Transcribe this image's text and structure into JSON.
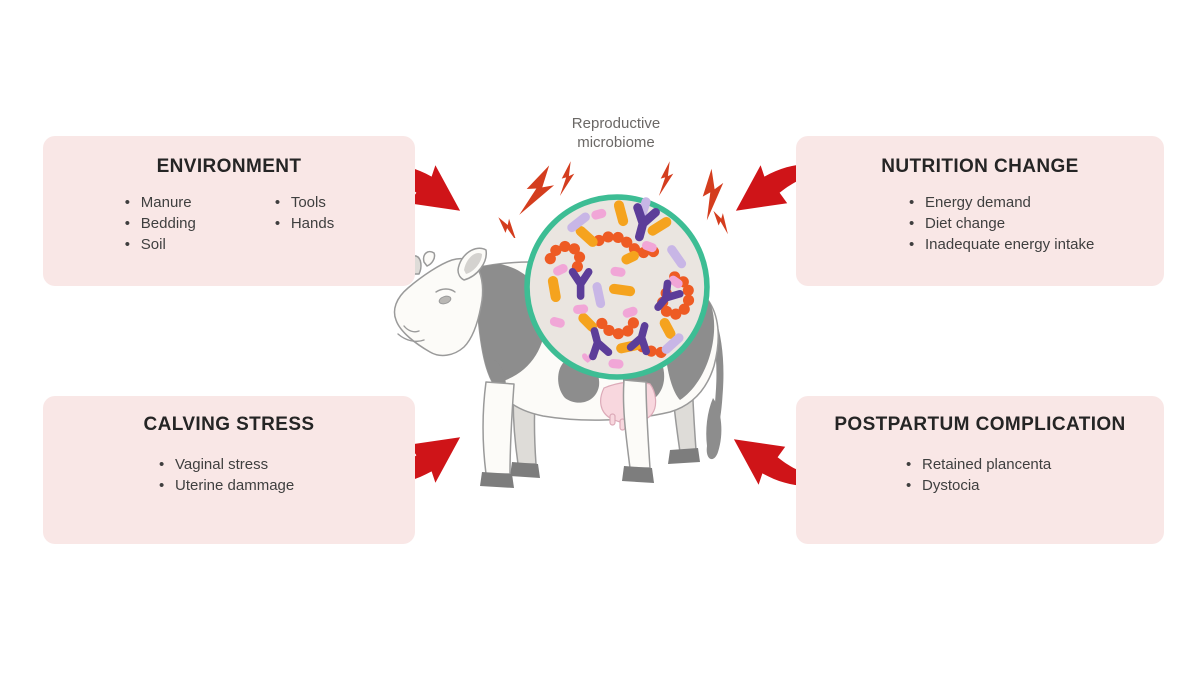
{
  "center": {
    "lines": [
      "Reproductive",
      "microbiome"
    ]
  },
  "boxes": [
    {
      "id": "environment",
      "title": "ENVIRONMENT",
      "col1": [
        "Manure",
        "Bedding",
        "Soil"
      ],
      "col2": [
        "Tools",
        "Hands"
      ]
    },
    {
      "id": "nutrition-change",
      "title": "NUTRITION CHANGE",
      "items": [
        "Energy demand",
        "Diet change",
        "Inadequate energy intake"
      ]
    },
    {
      "id": "calving-stress",
      "title": "CALVING STRESS",
      "items": [
        "Vaginal stress",
        "Uterine dammage"
      ]
    },
    {
      "id": "postpartum-complication",
      "title": "POSTPARTUM COMPLICATION",
      "items": [
        "Retained plancenta",
        "Dystocia"
      ]
    }
  ],
  "palette": {
    "page-bg": "#ffffff",
    "box-bg": "#f9e7e6",
    "heading-text": "#252525",
    "item-text": "#3f3f3f",
    "label-text": "#6b6866",
    "arrow-red": "#cf1418",
    "bolt-red": "#d43d1e",
    "circle-border": "#3dbd94",
    "circle-fill": "#eae5e0",
    "bact-orange": "#ee5b24",
    "bact-amber": "#f5a31e",
    "bact-purple": "#5c3d99",
    "bact-pink": "#f1a6d7",
    "bact-lavender": "#c8b6e6",
    "cow-outline": "#9a9a9a",
    "cow-body": "#fcfbf8",
    "cow-patch": "#8d8d8d",
    "cow-udder": "#f8d7de",
    "cow-hoof": "#7d7d7d"
  }
}
